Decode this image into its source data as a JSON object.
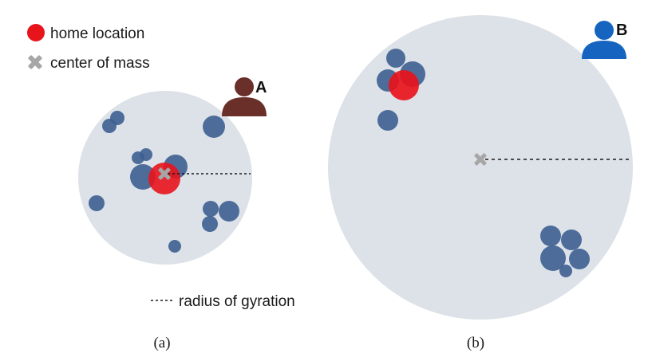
{
  "legend": {
    "home_label": "home location",
    "center_label": "center of mass",
    "radius_label": "radius of gyration"
  },
  "panel_a": {
    "caption": "(a)",
    "user_label": "A"
  },
  "panel_b": {
    "caption": "(b)",
    "user_label": "B"
  },
  "colors": {
    "home": "#e8141c",
    "location": "#3d5f91",
    "area": "#dde2e8",
    "center_marker": "#a6a6a6",
    "user_a": "#6b2f2a",
    "user_b": "#1565c0"
  },
  "icons": [
    "user-icon",
    "cross-icon"
  ]
}
